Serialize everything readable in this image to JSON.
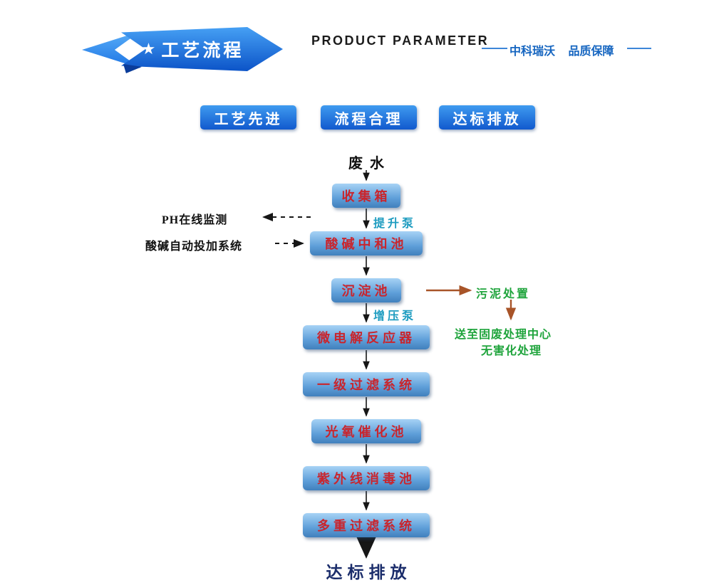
{
  "header": {
    "banner_star": "★",
    "banner_title": "工艺流程",
    "section_label": "PRODUCT PARAMETER",
    "brand_left": "中科瑞沃",
    "brand_right": "品质保障"
  },
  "badges": [
    {
      "label": "工艺先进"
    },
    {
      "label": "流程合理"
    },
    {
      "label": "达标排放"
    }
  ],
  "flow": {
    "source_label": "废水",
    "steps": [
      {
        "label": "收集箱"
      },
      {
        "label": "酸碱中和池"
      },
      {
        "label": "沉淀池"
      },
      {
        "label": "微电解反应器"
      },
      {
        "label": "一级过滤系统"
      },
      {
        "label": "光氧催化池"
      },
      {
        "label": "紫外线消毒池"
      },
      {
        "label": "多重过滤系统"
      }
    ],
    "pumps": [
      {
        "label": "提升泵"
      },
      {
        "label": "增压泵"
      }
    ],
    "monitors": [
      {
        "label": "PH在线监测"
      },
      {
        "label": "酸碱自动投加系统"
      }
    ],
    "sludge": {
      "label": "污泥处置",
      "dest_line1": "送至固废处理中心",
      "dest_line2": "无害化处理"
    },
    "outcome_label": "达标排放"
  },
  "colors": {
    "banner_blue": "#1a6fe0",
    "badge_blue": "#1159ce",
    "box_blue_top": "#a6d2f5",
    "box_blue_bottom": "#4180bd",
    "box_text_red": "#c9252d",
    "pump_teal": "#1e9cc0",
    "side_green": "#1fa43c",
    "sludge_arrow_brown": "#a85428",
    "outcome_navy": "#1b2d6b",
    "brand_blue": "#1565c0"
  }
}
